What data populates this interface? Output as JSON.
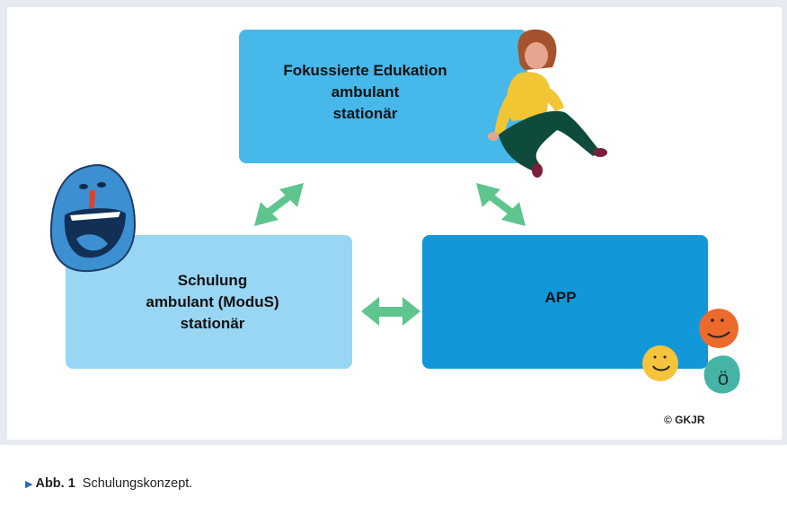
{
  "diagram": {
    "boxes": {
      "top": [
        "Fokussierte Edukation",
        "ambulant",
        "stationär"
      ],
      "left": [
        "Schulung",
        "ambulant (ModuS)",
        "stationär"
      ],
      "right": [
        "APP"
      ]
    },
    "mascot_letter": "ö",
    "copyright": "© GKJR",
    "colors": {
      "top_box": "#46b8ea",
      "left_box": "#98d6f4",
      "right_box": "#1297d9",
      "arrows": "#5fc58f"
    }
  },
  "caption": {
    "marker": "▶",
    "label": "Abb. 1",
    "text": "Schulungskonzept."
  }
}
